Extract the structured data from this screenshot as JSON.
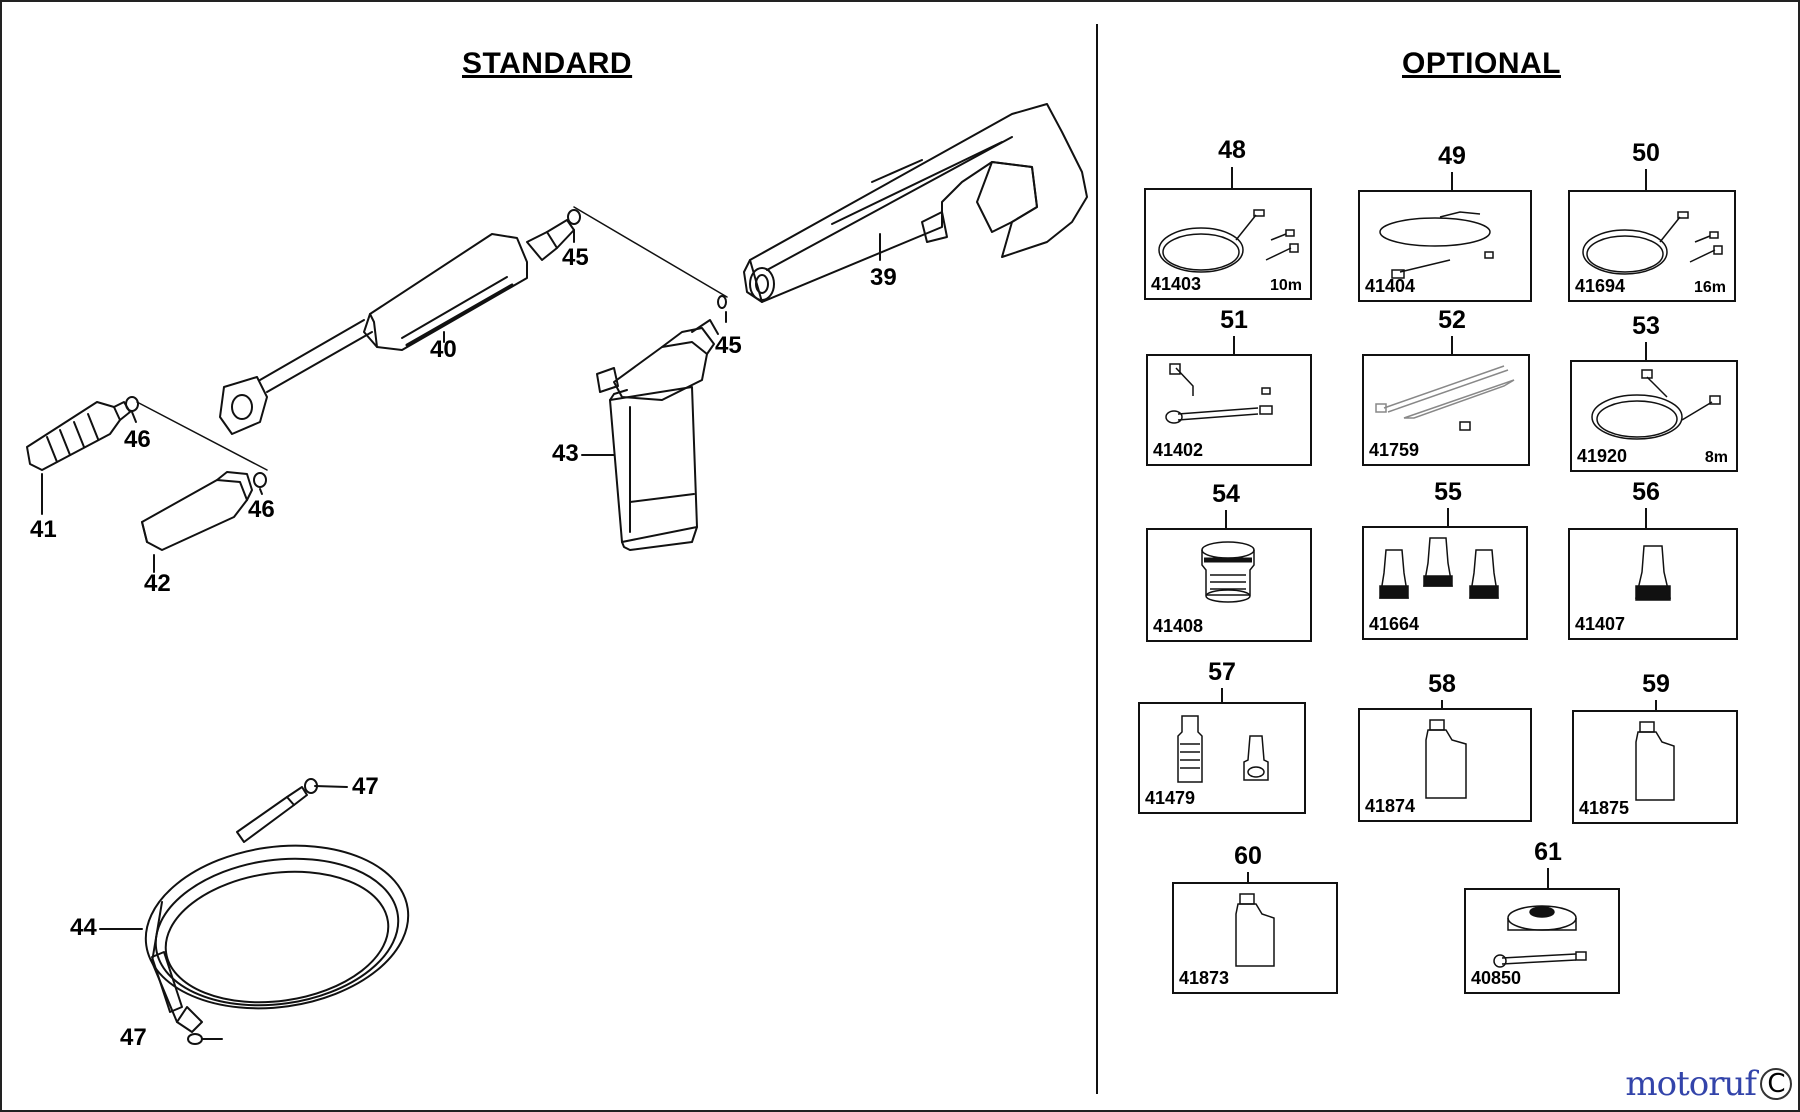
{
  "sections": {
    "standard": "STANDARD",
    "optional": "OPTIONAL"
  },
  "standard_callouts": {
    "c39": "39",
    "c40": "40",
    "c41": "41",
    "c42": "42",
    "c43": "43",
    "c44": "44",
    "c45a": "45",
    "c45b": "45",
    "c46a": "46",
    "c46b": "46",
    "c47a": "47",
    "c47b": "47"
  },
  "optional_items": [
    {
      "num": "48",
      "code": "41403",
      "length": "10m",
      "icon": "hose-with-nozzles"
    },
    {
      "num": "49",
      "code": "41404",
      "length": "",
      "icon": "extension-hose"
    },
    {
      "num": "50",
      "code": "41694",
      "length": "16m",
      "icon": "hose-with-nozzles"
    },
    {
      "num": "51",
      "code": "41402",
      "length": "",
      "icon": "angled-lance"
    },
    {
      "num": "52",
      "code": "41759",
      "length": "",
      "icon": "pipe-cleaning-hose"
    },
    {
      "num": "53",
      "code": "41920",
      "length": "8m",
      "icon": "hose-coil"
    },
    {
      "num": "54",
      "code": "41408",
      "length": "",
      "icon": "threaded-adapter"
    },
    {
      "num": "55",
      "code": "41664",
      "length": "",
      "icon": "nozzle-set"
    },
    {
      "num": "56",
      "code": "41407",
      "length": "",
      "icon": "single-nozzle"
    },
    {
      "num": "57",
      "code": "41479",
      "length": "",
      "icon": "adapter-pair"
    },
    {
      "num": "58",
      "code": "41874",
      "length": "",
      "icon": "detergent-bottle"
    },
    {
      "num": "59",
      "code": "41875",
      "length": "",
      "icon": "detergent-bottle"
    },
    {
      "num": "60",
      "code": "41873",
      "length": "",
      "icon": "detergent-bottle"
    },
    {
      "num": "61",
      "code": "40850",
      "length": "",
      "icon": "patio-cleaner"
    }
  ],
  "watermark": {
    "text": "motoruf",
    "mark": "C"
  }
}
